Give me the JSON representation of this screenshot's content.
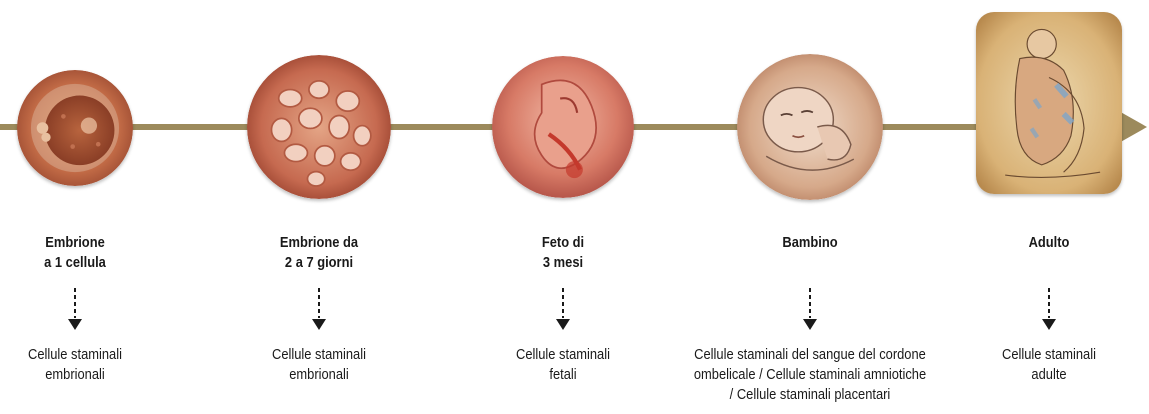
{
  "colors": {
    "timeline": "#9c8a5c",
    "text": "#1a1a1a"
  },
  "stages": [
    {
      "title": "Embrione\na 1 cellula",
      "cells": "Cellule staminali\nembrionali",
      "image": "one-cell-embryo-image"
    },
    {
      "title": "Embrione da\n2 a 7 giorni",
      "cells": "Cellule staminali\nembrionali",
      "image": "blastocyst-embryo-image"
    },
    {
      "title": "Feto di\n3 mesi",
      "cells": "Cellule staminali\nfetali",
      "image": "fetus-image"
    },
    {
      "title": "Bambino",
      "cells": "Cellule staminali del sangue del cordone\nombelicale / Cellule staminali amniotiche\n/ Cellule staminali placentari",
      "image": "sleeping-baby-image"
    },
    {
      "title": "Adulto",
      "cells": "Cellule staminali\nadulte",
      "image": "seated-adult-image"
    }
  ]
}
